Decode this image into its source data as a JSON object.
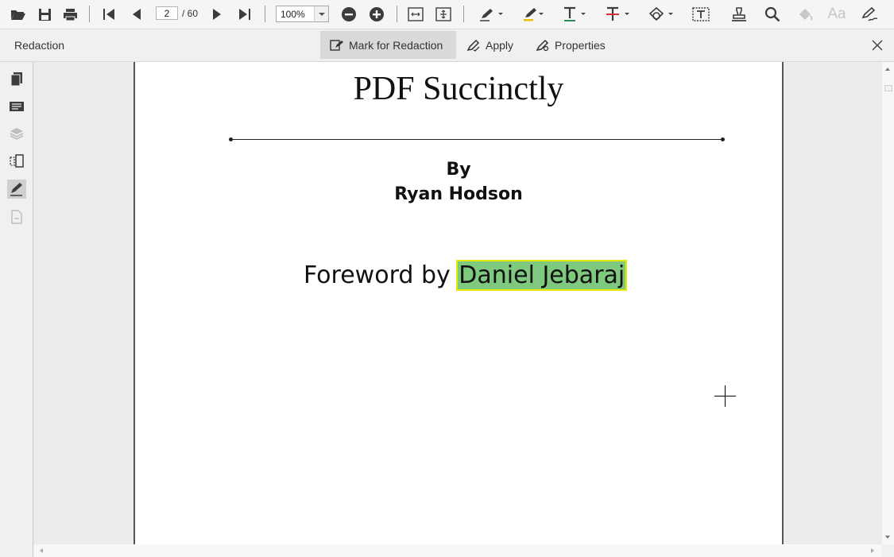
{
  "toolbar": {
    "page_current": "2",
    "page_total": "/ 60",
    "zoom": "100%",
    "icons": [
      "open-icon",
      "save-icon",
      "print-icon",
      "first-page-icon",
      "previous-page-icon",
      "next-page-icon",
      "last-page-icon",
      "zoom-out-icon",
      "zoom-in-icon",
      "fit-width-icon",
      "fit-page-icon",
      "ink-icon",
      "highlight-icon",
      "underline-icon",
      "strikethrough-icon",
      "shapes-icon",
      "free-text-icon",
      "stamp-icon",
      "search-icon",
      "fill-icon",
      "font-icon",
      "signature-icon"
    ]
  },
  "redaction_bar": {
    "title": "Redaction",
    "mark_label": "Mark for Redaction",
    "apply_label": "Apply",
    "properties_label": "Properties"
  },
  "sidebar": {
    "icons": [
      "page-thumbnails-icon",
      "bookmarks-icon",
      "layers-icon",
      "organize-pages-icon",
      "redaction-panel-icon",
      "form-fields-icon"
    ]
  },
  "document": {
    "title": "PDF Succinctly",
    "by": "By",
    "author": "Ryan Hodson",
    "foreword_prefix": "Foreword by ",
    "foreword_name": "Daniel Jebaraj"
  },
  "colors": {
    "redaction_highlight": "#7fc97f",
    "redaction_border": "#e8e800",
    "active_button": "#d9d9d9"
  }
}
